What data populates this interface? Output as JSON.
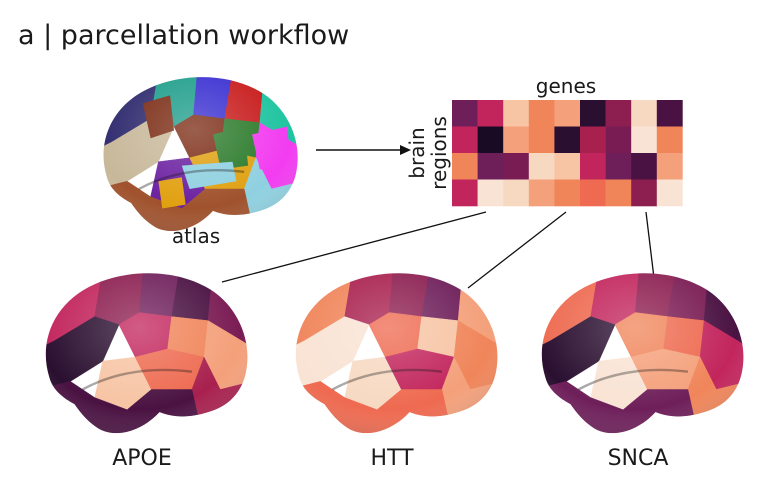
{
  "title": "a | parcellation workflow",
  "atlas": {
    "label": "atlas",
    "region_colors": [
      "#2e2a6e",
      "#1f9e8b",
      "#3a2fd1",
      "#c81c1c",
      "#1fc4a0",
      "#7a2a12",
      "#2a7a2a",
      "#f23cf0",
      "#c8b89a",
      "#6a1fa0",
      "#e0a010",
      "#8fd0e0",
      "#a0522d",
      "#1a2ad8",
      "#e85a20",
      "#7ab04a"
    ]
  },
  "matrix": {
    "top_label": "genes",
    "side_label_line1": "brain",
    "side_label_line2": "regions",
    "cells": [
      [
        "#6e1f5a",
        "#c2255c",
        "#f7c4a4",
        "#f0855a",
        "#f4a07a",
        "#2a0f30",
        "#8c1e50",
        "#f7d9c2",
        "#4a1242"
      ],
      [
        "#c2255c",
        "#1a0b24",
        "#f4a07a",
        "#f0855a",
        "#2a0f30",
        "#a8204e",
        "#7a1c54",
        "#f9e3d4",
        "#f0855a"
      ],
      [
        "#f0855a",
        "#6e1f5a",
        "#7a1c54",
        "#f7d9c2",
        "#f7c4a4",
        "#c2255c",
        "#6e1f5a",
        "#4a1242",
        "#f4a07a"
      ],
      [
        "#c2255c",
        "#f9e3d4",
        "#f7d9c2",
        "#f4a07a",
        "#f0855a",
        "#ee6a50",
        "#f0855a",
        "#8c1e50",
        "#f9e3d4"
      ]
    ]
  },
  "brains": [
    {
      "label": "APOE",
      "colors": [
        "#c2255c",
        "#8c1e50",
        "#6e1f5a",
        "#4a1242",
        "#7a1c54",
        "#c2255c",
        "#f0855a",
        "#f4a07a",
        "#2a0f30",
        "#f7c4a4",
        "#ee6a50",
        "#a8204e",
        "#4a1242"
      ]
    },
    {
      "label": "HTT",
      "colors": [
        "#f0855a",
        "#a8204e",
        "#8c1e50",
        "#6e1f5a",
        "#f4a07a",
        "#ee6a50",
        "#f7c4a4",
        "#f0855a",
        "#f9e3d4",
        "#f7d9c2",
        "#c2255c",
        "#f4a07a",
        "#ee6a50"
      ]
    },
    {
      "label": "SNCA",
      "colors": [
        "#ee6a50",
        "#c2255c",
        "#8c1e50",
        "#7a1c54",
        "#4a1242",
        "#f0855a",
        "#ee6a50",
        "#c2255c",
        "#2a0f30",
        "#f9e3d4",
        "#f4a07a",
        "#f0855a",
        "#6e1f5a"
      ]
    }
  ]
}
